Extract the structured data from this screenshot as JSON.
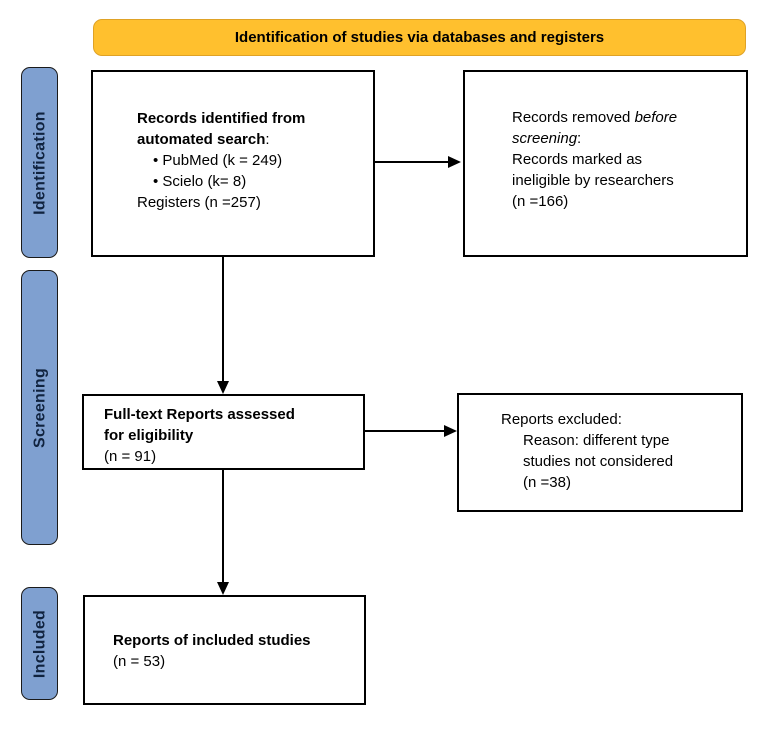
{
  "banner": {
    "title": "Identification of studies via databases and registers"
  },
  "sidebar": {
    "identification": "Identification",
    "screening": "Screening",
    "included": "Included"
  },
  "boxes": {
    "records_identified": {
      "title_line1": "Records identified from",
      "title_line2": "automated search",
      "title_colon": ":",
      "bullet1": "• PubMed (k = 249)",
      "bullet2": "• Scielo (k= 8)",
      "registers": "Registers (n =257)"
    },
    "records_removed": {
      "line1_text": "Records removed ",
      "line1_italic": "before",
      "line2_italic": "screening",
      "line2_colon": ":",
      "line3": "Records marked as",
      "line4": "ineligible by researchers",
      "count": "(n =166)"
    },
    "fulltext_assessed": {
      "title_line1": "Full-text Reports assessed",
      "title_line2": "for eligibility",
      "count": "(n = 91)"
    },
    "reports_excluded": {
      "line1": "Reports excluded:",
      "line2": "Reason: different type",
      "line3": "studies not considered",
      "count": "(n =38)"
    },
    "included_reports": {
      "title": "Reports of included studies",
      "count": "(n = 53)"
    }
  },
  "colors": {
    "banner_fill": "#FFC02E",
    "banner_border": "#DFA226",
    "stage_fill": "#7FA0D0",
    "stage_border": "#1A1A1A",
    "stage_text": "#10233F",
    "box_border": "#000000",
    "arrow": "#000000",
    "text": "#000000"
  }
}
